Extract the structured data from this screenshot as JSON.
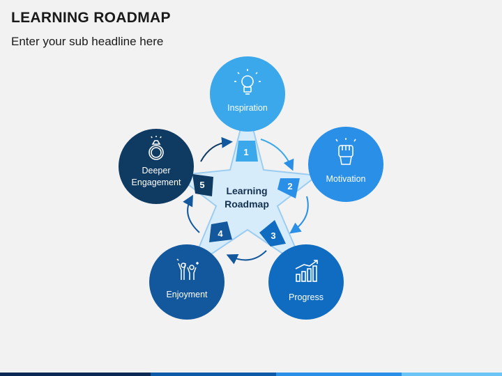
{
  "header": {
    "title": "LEARNING ROADMAP",
    "subtitle": "Enter your sub headline here"
  },
  "center": {
    "line1": "Learning",
    "line2": "Roadmap"
  },
  "steps": [
    {
      "number": "1",
      "label_lines": [
        "Inspiration"
      ],
      "color": "#3aa8ea",
      "icon": "lightbulb-icon"
    },
    {
      "number": "2",
      "label_lines": [
        "Motivation"
      ],
      "color": "#2a8fe6",
      "icon": "fist-icon"
    },
    {
      "number": "3",
      "label_lines": [
        "Progress"
      ],
      "color": "#0f6cc0",
      "icon": "growth-chart-icon"
    },
    {
      "number": "4",
      "label_lines": [
        "Enjoyment"
      ],
      "color": "#13579c",
      "icon": "celebration-icon"
    },
    {
      "number": "5",
      "label_lines": [
        "Deeper",
        "Engagement"
      ],
      "color": "#0f3a62",
      "icon": "ring-icon"
    }
  ],
  "colors": {
    "star_fill": "#d7ecfb",
    "star_stroke": "#9ccdf0",
    "arrow": "#2a8fe6"
  }
}
